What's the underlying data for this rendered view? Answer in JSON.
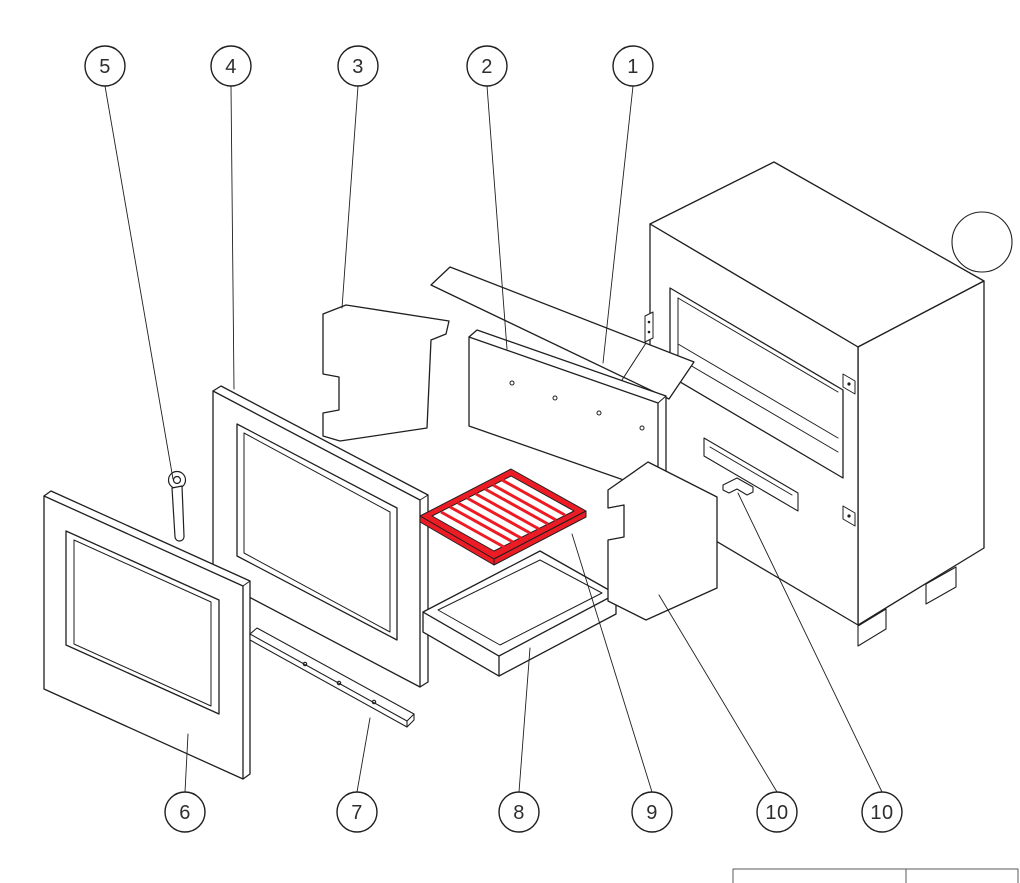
{
  "diagram": {
    "background_color": "#ffffff",
    "line_color": "#1f1f21",
    "highlight_color": "#ed1c24",
    "balloons": [
      {
        "label": "5"
      },
      {
        "label": "4"
      },
      {
        "label": "3"
      },
      {
        "label": "2"
      },
      {
        "label": "1"
      },
      {
        "label": "6"
      },
      {
        "label": "7"
      },
      {
        "label": "8"
      },
      {
        "label": "9"
      },
      {
        "label": "10"
      },
      {
        "label": "10"
      }
    ]
  }
}
